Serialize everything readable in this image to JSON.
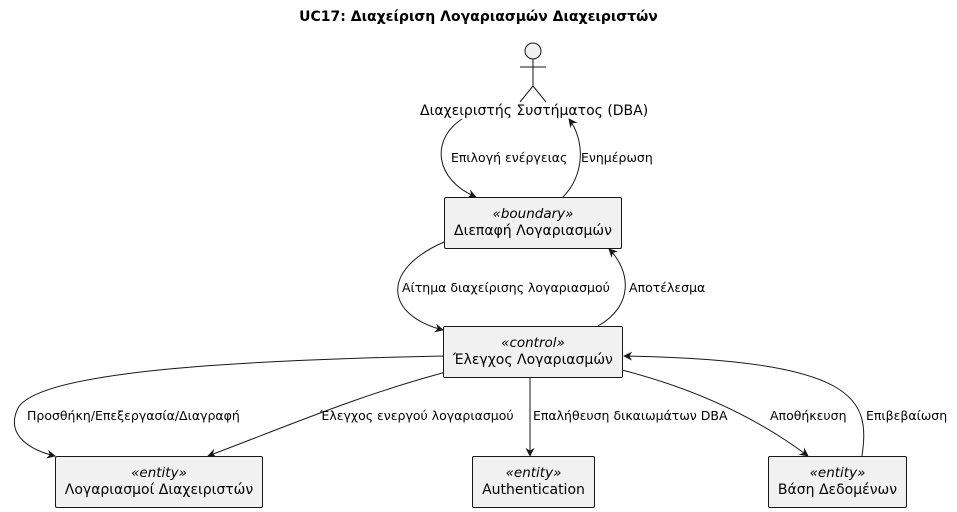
{
  "title": "UC17: Διαχείριση Λογαριασμών Διαχειριστών",
  "actor": {
    "name": "Διαχειριστής Συστήματος (DBA)"
  },
  "nodes": {
    "boundary": {
      "stereotype": "«boundary»",
      "name": "Διεπαφή Λογαριασμών"
    },
    "control": {
      "stereotype": "«control»",
      "name": "Έλεγχος Λογαριασμών"
    },
    "entity_accounts": {
      "stereotype": "«entity»",
      "name": "Λογαριασμοί Διαχειριστών"
    },
    "entity_auth": {
      "stereotype": "«entity»",
      "name": "Authentication"
    },
    "entity_db": {
      "stereotype": "«entity»",
      "name": "Βάση Δεδομένων"
    }
  },
  "edges": {
    "select_action": "Επιλογή ενέργειας",
    "update": "Ενημέρωση",
    "manage_request": "Αίτημα διαχείρισης λογαριασμού",
    "result": "Αποτέλεσμα",
    "add_edit_delete": "Προσθήκη/Επεξεργασία/Διαγραφή",
    "check_active": "Έλεγχος ενεργού λογαριασμού",
    "verify_rights": "Επαλήθευση δικαιωμάτων DBA",
    "store": "Αποθήκευση",
    "confirm": "Επιβεβαίωση"
  }
}
